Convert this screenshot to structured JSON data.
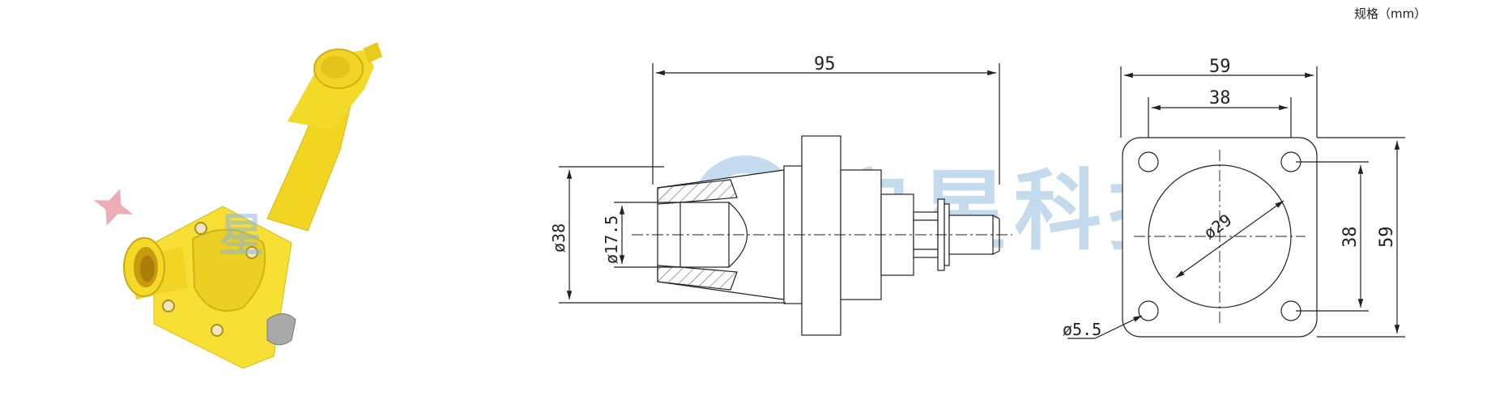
{
  "header": {
    "spec_label": "规格（mm）"
  },
  "watermark": {
    "text": "启星科技",
    "color": "#2f7fc4"
  },
  "product": {
    "body_color": "#f5dc2a",
    "shade_color": "#e3c21e",
    "watermark_fragment": "星"
  },
  "side_view": {
    "dim_length": "95",
    "dim_flange_dia": "ø38",
    "dim_bore_dia": "ø17.5"
  },
  "front_view": {
    "dim_width_outer": "59",
    "dim_width_hole_spacing": "38",
    "dim_height_hole_spacing": "38",
    "dim_height_outer": "59",
    "dim_center_circle": "ø29",
    "dim_hole_dia": "ø5.5"
  },
  "colors": {
    "line": "#222222",
    "hatch": "#444444"
  }
}
